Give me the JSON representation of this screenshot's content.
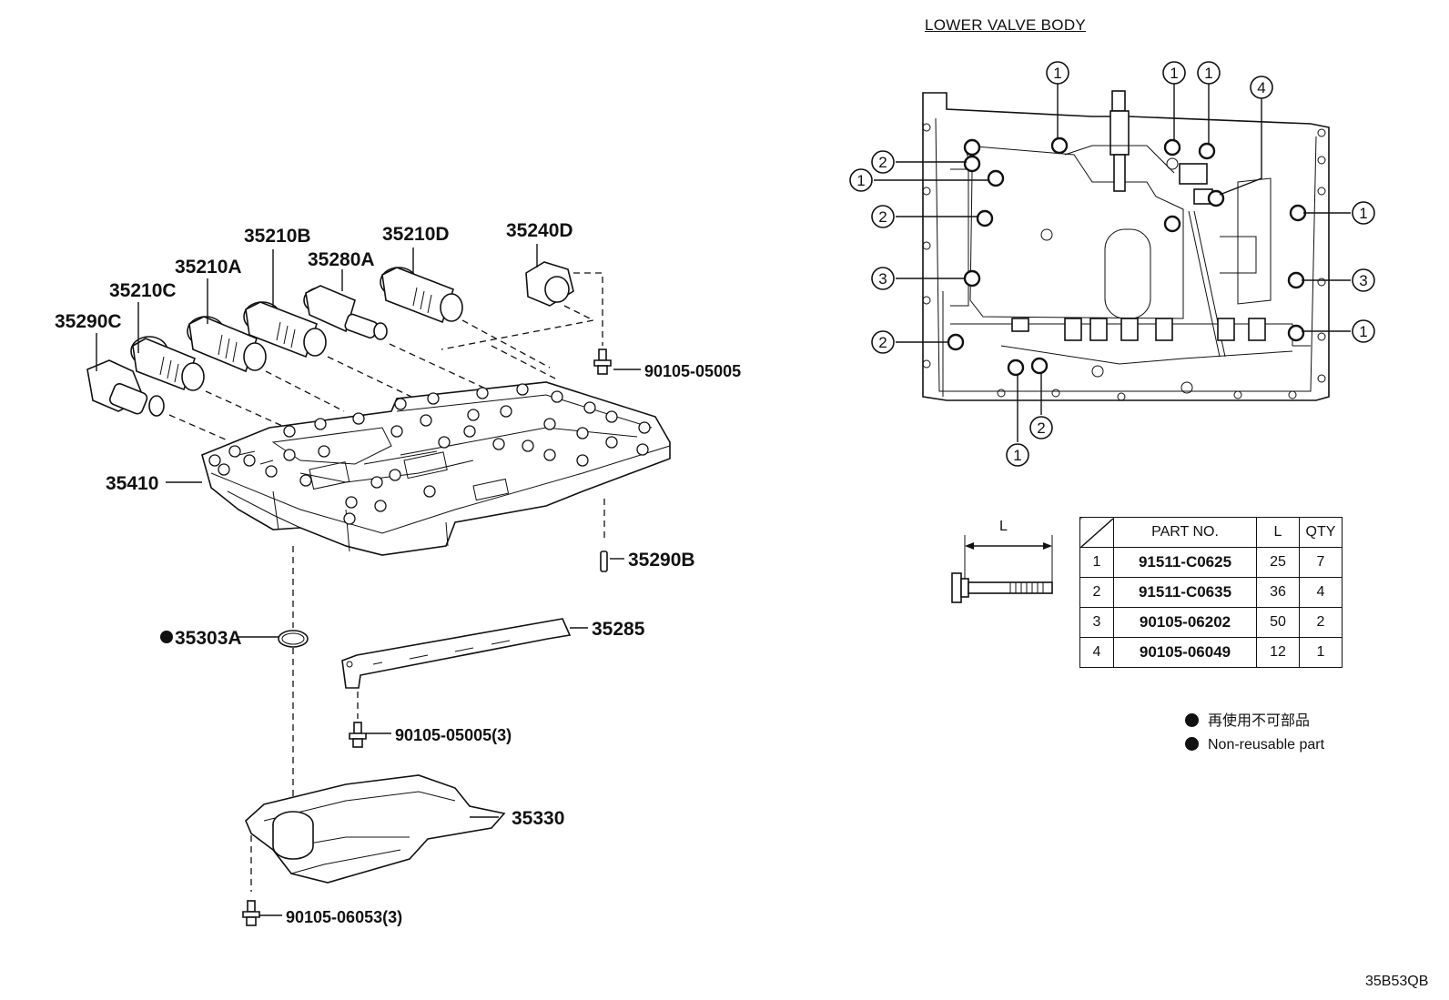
{
  "lower_title": "LOWER VALVE BODY",
  "diagram_code": "35B53QB",
  "dimension_label": "L",
  "callouts": {
    "c35290C": "35290C",
    "c35210C": "35210C",
    "c35210A": "35210A",
    "c35210B": "35210B",
    "c35280A": "35280A",
    "c35210D": "35210D",
    "c35240D": "35240D",
    "c90105_05005": "90105-05005",
    "c35410": "35410",
    "c35290B": "35290B",
    "c35303A": "35303A",
    "c35285": "35285",
    "c90105_05005_3": "90105-05005(3)",
    "c35330": "35330",
    "c90105_06053_3": "90105-06053(3)"
  },
  "table": {
    "headers": [
      "PART NO.",
      "L",
      "QTY"
    ],
    "rows": [
      {
        "idx": "1",
        "part": "91511-C0625",
        "l": "25",
        "qty": "7"
      },
      {
        "idx": "2",
        "part": "91511-C0635",
        "l": "36",
        "qty": "4"
      },
      {
        "idx": "3",
        "part": "90105-06202",
        "l": "50",
        "qty": "2"
      },
      {
        "idx": "4",
        "part": "90105-06049",
        "l": "12",
        "qty": "1"
      }
    ]
  },
  "legend": [
    {
      "text": "再使用不可部品"
    },
    {
      "text": "Non-reusable part"
    }
  ],
  "bolt_markers": {
    "m1": "1",
    "m2": "2",
    "m3": "3",
    "m4": "4"
  }
}
